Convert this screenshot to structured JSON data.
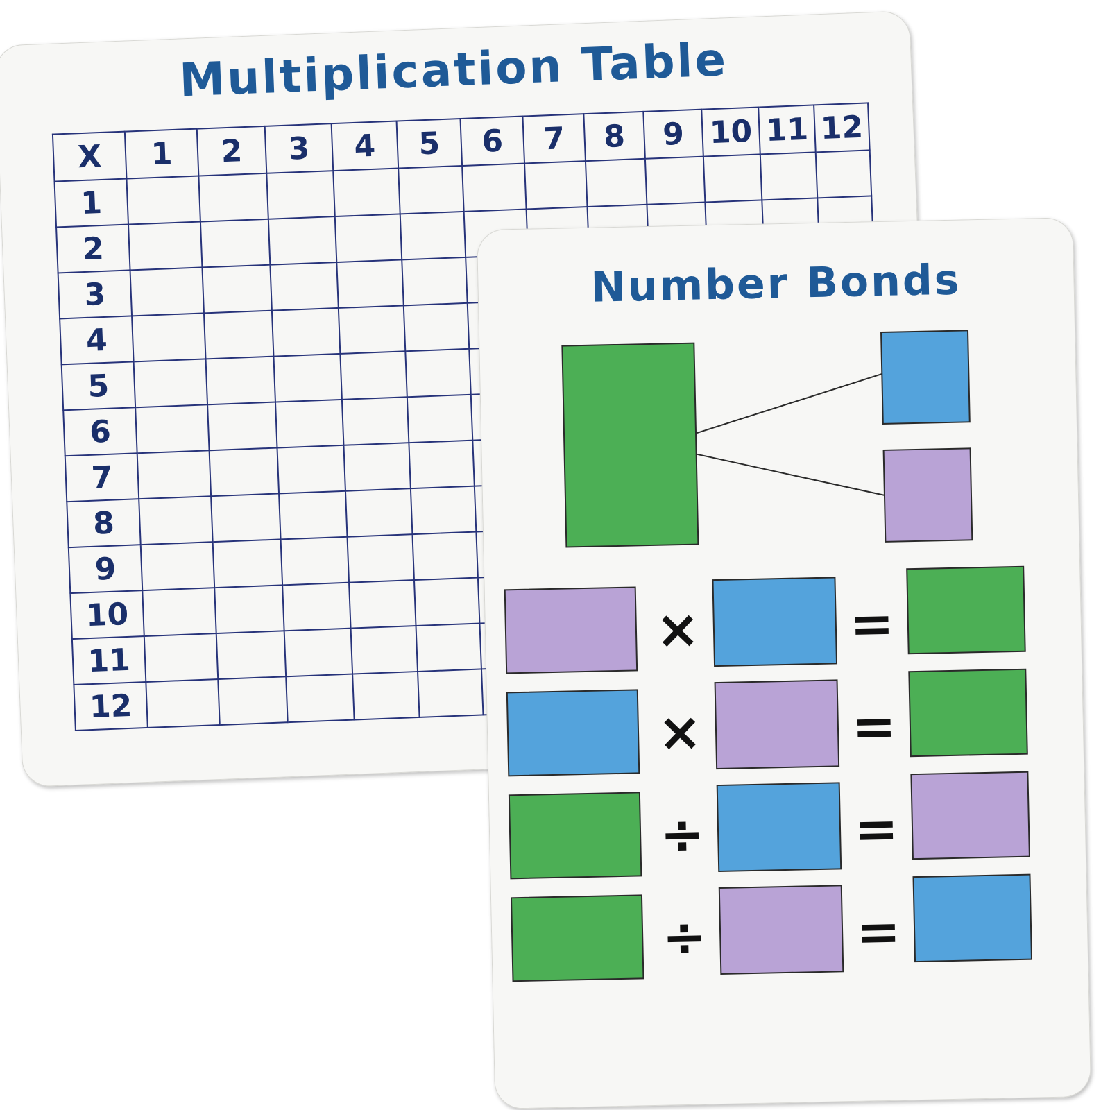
{
  "multiplication_board": {
    "title": "Multiplication Table",
    "corner_label": "X",
    "column_headers": [
      "1",
      "2",
      "3",
      "4",
      "5",
      "6",
      "7",
      "8",
      "9",
      "10",
      "11",
      "12"
    ],
    "row_headers": [
      "1",
      "2",
      "3",
      "4",
      "5",
      "6",
      "7",
      "8",
      "9",
      "10",
      "11",
      "12"
    ],
    "grid_line_color": "#27337a",
    "title_color": "#1f5a97"
  },
  "number_bonds_board": {
    "title": "Number Bonds",
    "colors": {
      "green": "#4caf55",
      "blue": "#54a3dc",
      "purple": "#b9a3d6"
    },
    "bond_diagram": {
      "whole": "green",
      "parts": [
        "blue",
        "purple"
      ]
    },
    "equations": [
      {
        "left": "purple",
        "operator": "×",
        "right": "blue",
        "equals": "=",
        "result": "green"
      },
      {
        "left": "blue",
        "operator": "×",
        "right": "purple",
        "equals": "=",
        "result": "green"
      },
      {
        "left": "green",
        "operator": "÷",
        "right": "blue",
        "equals": "=",
        "result": "purple"
      },
      {
        "left": "green",
        "operator": "÷",
        "right": "purple",
        "equals": "=",
        "result": "blue"
      }
    ]
  }
}
